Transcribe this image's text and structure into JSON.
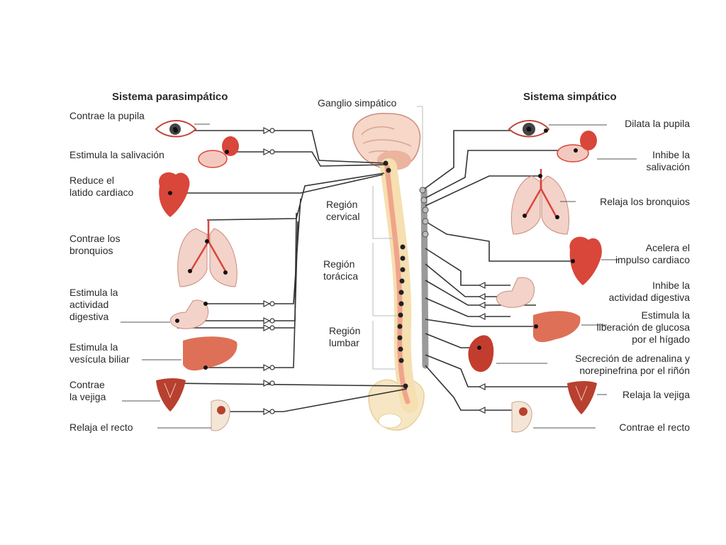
{
  "headers": {
    "parasympathetic": "Sistema parasimpático",
    "sympathetic": "Sistema simpático",
    "ganglion": "Ganglio simpático"
  },
  "regions": {
    "cervical": "Región\ncervical",
    "thoracic": "Región\ntorácica",
    "lumbar": "Región\nlumbar"
  },
  "parasympathetic_labels": [
    "Contrae la pupila",
    "Estimula la salivación",
    "Reduce el\nlatido cardiaco",
    "Contrae los\nbronquios",
    "Estimula la\nactividad\ndigestiva",
    "Estimula la\nvesícula biliar",
    "Contrae\nla vejiga",
    "Relaja el recto"
  ],
  "sympathetic_labels": [
    "Dilata la pupila",
    "Inhibe la\nsalivación",
    "Relaja los bronquios",
    "Acelera el\nimpulso cardiaco",
    "Inhibe la\nactividad digestiva",
    "Estimula la\nliberación de glucosa\npor el hígado",
    "Secreción de adrenalina y\nnorepinefrina por el riñón",
    "Relaja la vejiga",
    "Contrae el recto"
  ],
  "colors": {
    "organ_red": "#d9463a",
    "organ_pink": "#f3c9bf",
    "nerve_line": "#333333",
    "spine": "#f6dfb0",
    "cord": "#f0a48c",
    "ganglia": "#9a9a9a"
  }
}
